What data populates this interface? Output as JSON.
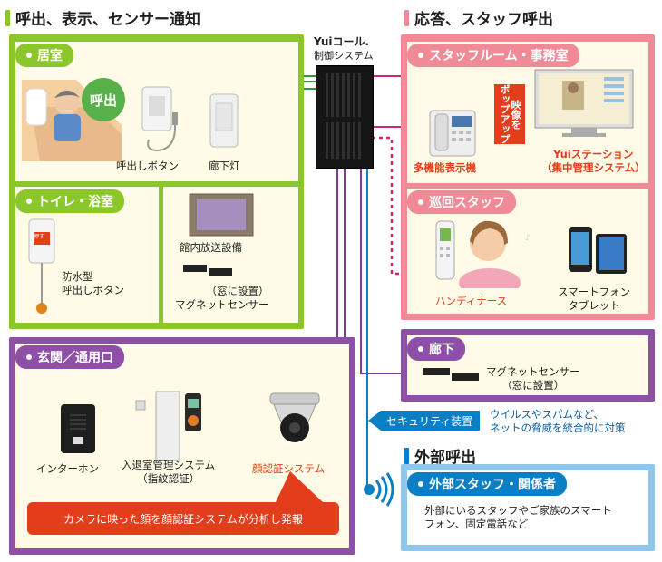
{
  "left_header": {
    "title": "呼出、表示、センサー通知"
  },
  "right_header": {
    "title": "応答、スタッフ呼出"
  },
  "outside_header": {
    "title": "外部呼出"
  },
  "control": {
    "logo": "Yuiコール.",
    "subtitle": "制御システム"
  },
  "rooms": {
    "kyoshitsu": {
      "tab": "居室",
      "bubble": "呼出",
      "items": {
        "call_button": "呼出しボタン",
        "hall_light": "廊下灯"
      }
    },
    "toilet": {
      "tab": "トイレ・浴室",
      "items": {
        "waterproof_button": "防水型\n呼出しボタン",
        "broadcast": "館内放送設備",
        "magnet": "（窓に設置）\nマグネットセンサー"
      },
      "button_sign": "押す"
    },
    "entrance": {
      "tab": "玄関／通用口",
      "items": {
        "intercom": "インターホン",
        "access": "入退室管理システム\n（指紋認証）",
        "face": "顔認証システム"
      },
      "banner": "カメラに映った顔を顔認証システムが分析し発報"
    }
  },
  "staff_room": {
    "tab": "スタッフルーム・事務室",
    "phone": "多機能表示機",
    "station": "Yuiステーション\n（集中管理システム）",
    "popup": "映像を\nポップアップ"
  },
  "patrol": {
    "tab": "巡回スタッフ",
    "handy": "ハンディナース",
    "smart": "スマートフォン\nタブレット"
  },
  "corridor": {
    "tab": "廊下",
    "magnet": "マグネットセンサー\n（窓に設置）"
  },
  "security": {
    "label": "セキュリティ装置",
    "note": "ウイルスやスパムなど、\nネットの脅威を統合的に対策"
  },
  "external": {
    "tab": "外部スタッフ・関係者",
    "desc": "外部にいるスタッフやご家族のスマート\nフォン、固定電話など"
  },
  "colors": {
    "green": "#8bc72b",
    "pink": "#f08a96",
    "purple": "#8e4fa6",
    "blue": "#0b7fc6",
    "sky": "#8fc7ec",
    "red": "#e23e1c",
    "magenta": "#d0257b"
  }
}
